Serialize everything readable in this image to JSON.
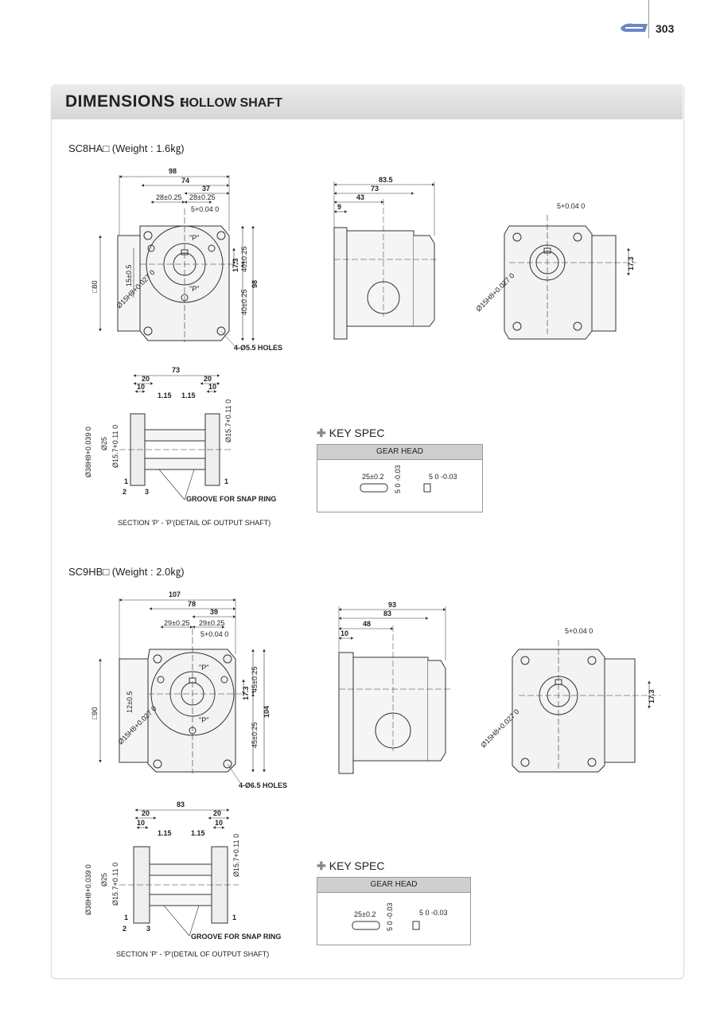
{
  "header": {
    "page_number": "303"
  },
  "banner": {
    "title": "DIMENSIONS :",
    "subtitle": "HOLLOW SHAFT"
  },
  "sc8": {
    "model": "SC8HA□ (Weight : 1.6㎏)",
    "front": {
      "d98": "98",
      "d74": "74",
      "d37": "37",
      "d28a": "28±0.25",
      "d28b": "28±0.25",
      "d5": "5+0.04 0",
      "dp1": "\"P\"",
      "dp2": "\"P\"",
      "d15": "15±0.5",
      "d173": "17.3",
      "d40a": "40±0.25",
      "d40b": "40±0.25",
      "d98v": "98",
      "dsq": "□80",
      "dbore": "Ø15H8+0.027 0",
      "holes": "4-Ø5.5 HOLES"
    },
    "side": {
      "d835": "83.5",
      "d73": "73",
      "d43": "43",
      "d9": "9"
    },
    "rear": {
      "d5": "5+0.04 0",
      "d173": "17.3",
      "dbore": "Ø15H8+0.027 0"
    },
    "sect": {
      "d73": "73",
      "d20a": "20",
      "d20b": "20",
      "d10a": "10",
      "d10b": "10",
      "d115a": "1.15",
      "d115b": "1.15",
      "d38": "Ø38H8+0.039 0",
      "d25": "Ø25",
      "d157a": "Ø15.7+0.11 0",
      "d157b": "Ø15.7+0.11 0",
      "d1a": "1",
      "d2": "2",
      "d3": "3",
      "d1b": "1",
      "groove": "GROOVE FOR SNAP RING"
    },
    "section_label": "SECTION 'P' - 'P'(DETAIL OF OUTPUT SHAFT)",
    "key": {
      "title": "KEY SPEC",
      "header": "GEAR HEAD",
      "d25": "25±0.2",
      "d5": "5 0 -0.03",
      "d5b": "5 0 -0.03"
    }
  },
  "sc9": {
    "model": "SC9HB□ (Weight : 2.0㎏)",
    "front": {
      "d107": "107",
      "d78": "78",
      "d39": "39",
      "d29a": "29±0.25",
      "d29b": "29±0.25",
      "d5": "5+0.04 0",
      "dp1": "\"P\"",
      "dp2": "\"P\"",
      "d12": "12±0.5",
      "d173": "17.3",
      "d45a": "45±0.25",
      "d45b": "45±0.25",
      "d104": "104",
      "dsq": "□90",
      "dbore": "Ø15H8+0.027 0",
      "holes": "4-Ø6.5 HOLES"
    },
    "side": {
      "d93": "93",
      "d83": "83",
      "d48": "48",
      "d10": "10"
    },
    "rear": {
      "d5": "5+0.04 0",
      "d173": "17.3",
      "dbore": "Ø15H8+0.027 0"
    },
    "sect": {
      "d83": "83",
      "d20a": "20",
      "d20b": "20",
      "d10a": "10",
      "d10b": "10",
      "d115a": "1.15",
      "d115b": "1.15",
      "d38": "Ø38H8+0.039 0",
      "d25": "Ø25",
      "d157a": "Ø15.7+0.11 0",
      "d157b": "Ø15.7+0.11 0",
      "d1a": "1",
      "d2": "2",
      "d3": "3",
      "d1b": "1",
      "groove": "GROOVE FOR SNAP RING"
    },
    "section_label": "SECTION 'P' - 'P'(DETAIL OF OUTPUT SHAFT)",
    "key": {
      "title": "KEY SPEC",
      "header": "GEAR HEAD",
      "d25": "25±0.2",
      "d5": "5 0 -0.03",
      "d5b": "5 0 -0.03"
    }
  }
}
